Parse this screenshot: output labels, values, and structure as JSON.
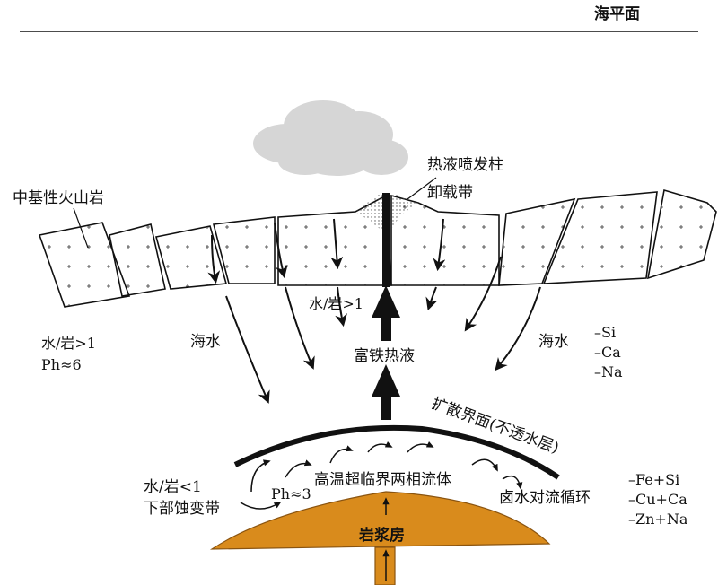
{
  "labels": {
    "sea_level": "海平面",
    "volcanic_rock": "中基性火山岩",
    "plume": "热液喷发柱",
    "unloading_zone": "卸载带",
    "water_rock_gt1_center": "水/岩>1",
    "water_rock_gt1_left": "水/岩>1",
    "ph_6": "Ph≈6",
    "seawater_left": "海水",
    "seawater_right": "海水",
    "fe_rich_fluid": "富铁热液",
    "diffusion_interface": "扩散界面(不透水层)",
    "supercritical_fluid": "高温超临界两相流体",
    "ph_3": "Ph≈3",
    "water_rock_lt1": "水/岩<1",
    "lower_alteration": "下部蚀变带",
    "brine_convection": "卤水对流循环",
    "magma_chamber": "岩浆房"
  },
  "elements_leached": [
    "–Si",
    "–Ca",
    "–Na"
  ],
  "elements_added": [
    "–Fe+Si",
    "–Cu+Ca",
    "–Zn+Na"
  ],
  "colors": {
    "magma": "#d98b1c",
    "plume": "#d6d6d6",
    "ink": "#111111"
  }
}
